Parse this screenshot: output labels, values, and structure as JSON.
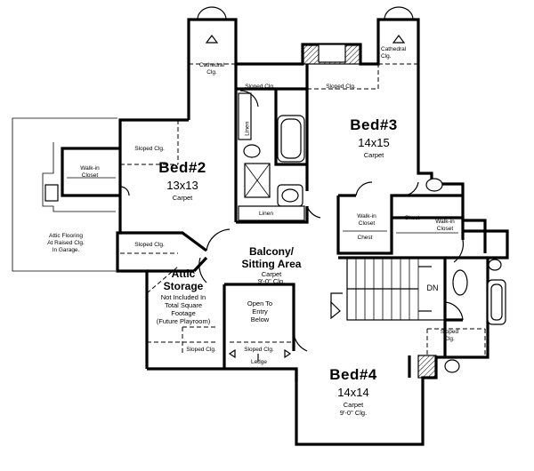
{
  "rooms": {
    "bed2": {
      "name": "Bed#2",
      "size": "13x13",
      "floor": "Carpet"
    },
    "bed3": {
      "name": "Bed#3",
      "size": "14x15",
      "floor": "Carpet"
    },
    "bed4": {
      "name": "Bed#4",
      "size": "14x14",
      "floor": "Carpet",
      "ceiling": "9'-0\" Clg."
    },
    "balcony": {
      "name_line1": "Balcony/",
      "name_line2": "Sitting Area",
      "floor": "Carpet",
      "ceiling": "9'-0\" Clg."
    },
    "attic_storage": {
      "name_line1": "Attic",
      "name_line2": "Storage",
      "note_line1": "Not Included In",
      "note_line2": "Total Square",
      "note_line3": "Footage",
      "note_line4": "(Future Playroom)"
    },
    "open_to_entry": {
      "line1": "Open To",
      "line2": "Entry",
      "line3": "Below"
    }
  },
  "labels": {
    "cathedral_left_1": "Cathedral",
    "cathedral_left_2": "Clg.",
    "cathedral_right_1": "Cathedral",
    "cathedral_right_2": "Clg.",
    "sloped_bath": "Sloped Clg.",
    "sloped_bed3": "Sloped Clg.",
    "sloped_bed2": "Sloped Clg.",
    "sloped_attic_top": "Sloped Clg.",
    "sloped_attic_bottom": "Sloped Clg.",
    "sloped_open": "Sloped Clg.",
    "sloped_bath2_1": "Sloped",
    "sloped_bath2_2": "Clg.",
    "walkin_bed2_1": "Walk-in",
    "walkin_bed2_2": "Closet",
    "walkin_bed3_1": "Walk-in",
    "walkin_bed3_2": "Closet",
    "walkin_right_1": "Walk-in",
    "walkin_right_2": "Closet",
    "chest_1": "Chest",
    "chest_2": "Chest",
    "linen_vertical": "Linen",
    "linen_horizontal": "Linen",
    "ledge": "Ledge",
    "stairs_dn": "DN",
    "garage_1": "Attic Flooring",
    "garage_2": "At Raised Clg.",
    "garage_3": "In Garage."
  }
}
